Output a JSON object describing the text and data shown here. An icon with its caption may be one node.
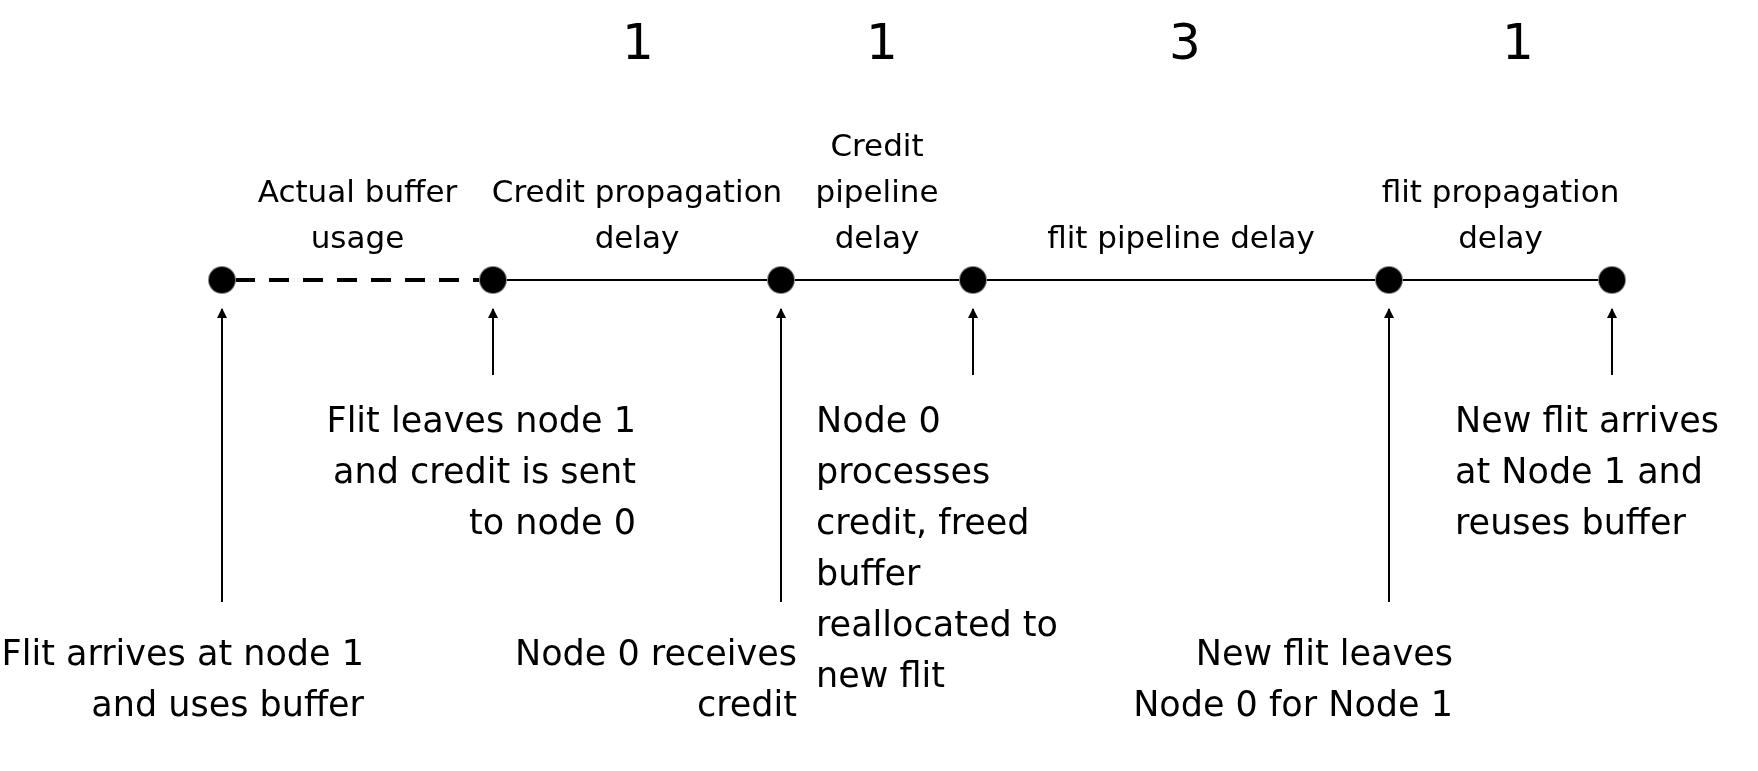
{
  "diagram": {
    "nodes": [
      {
        "text": [],
        "shape": "circle"
      },
      {
        "text": [],
        "shape": "circle"
      },
      {
        "text": [],
        "shape": "circle"
      },
      {
        "text": [],
        "shape": "circle"
      },
      {
        "text": [],
        "shape": "circle"
      },
      {
        "text": [],
        "shape": "circle"
      },
      {
        "text": [
          "Flit arrives at node 1 and uses buffer"
        ]
      },
      {
        "text": [
          "Flit leaves node 1 and credit is sent to node 0"
        ]
      },
      {
        "text": [
          "Node 0 receives credit"
        ]
      },
      {
        "text": [
          "Node 0 processes credit, freed buffer reallocated to new flit"
        ]
      },
      {
        "text": [
          "New flit leaves Node 0 for Node 1"
        ]
      },
      {
        "text": [
          "New flit arrives at Node 1 and reuses buffer"
        ]
      }
    ],
    "edges": [
      {
        "from": 0,
        "to": 1,
        "arrow": "none",
        "style": "dashed",
        "label": "Actual buffer usage"
      },
      {
        "from": 1,
        "to": 2,
        "arrow": "none",
        "label": "Credit propagation delay"
      },
      {
        "from": 2,
        "to": 3,
        "arrow": "none",
        "label": "Credit pipeline delay"
      },
      {
        "from": 3,
        "to": 4,
        "arrow": "none",
        "label": "flit pipeline delay"
      },
      {
        "from": 4,
        "to": 5,
        "arrow": "none",
        "label": "flit propagation delay"
      },
      {
        "from": 6,
        "to": 0,
        "arrow": "to"
      },
      {
        "from": 7,
        "to": 1,
        "arrow": "to"
      },
      {
        "from": 8,
        "to": 2,
        "arrow": "to"
      },
      {
        "from": 9,
        "to": 3,
        "arrow": "to"
      },
      {
        "from": 10,
        "to": 4,
        "arrow": "to"
      },
      {
        "from": 11,
        "to": 5,
        "arrow": "to"
      }
    ],
    "labels": [
      "1",
      "1",
      "3",
      "1"
    ]
  }
}
